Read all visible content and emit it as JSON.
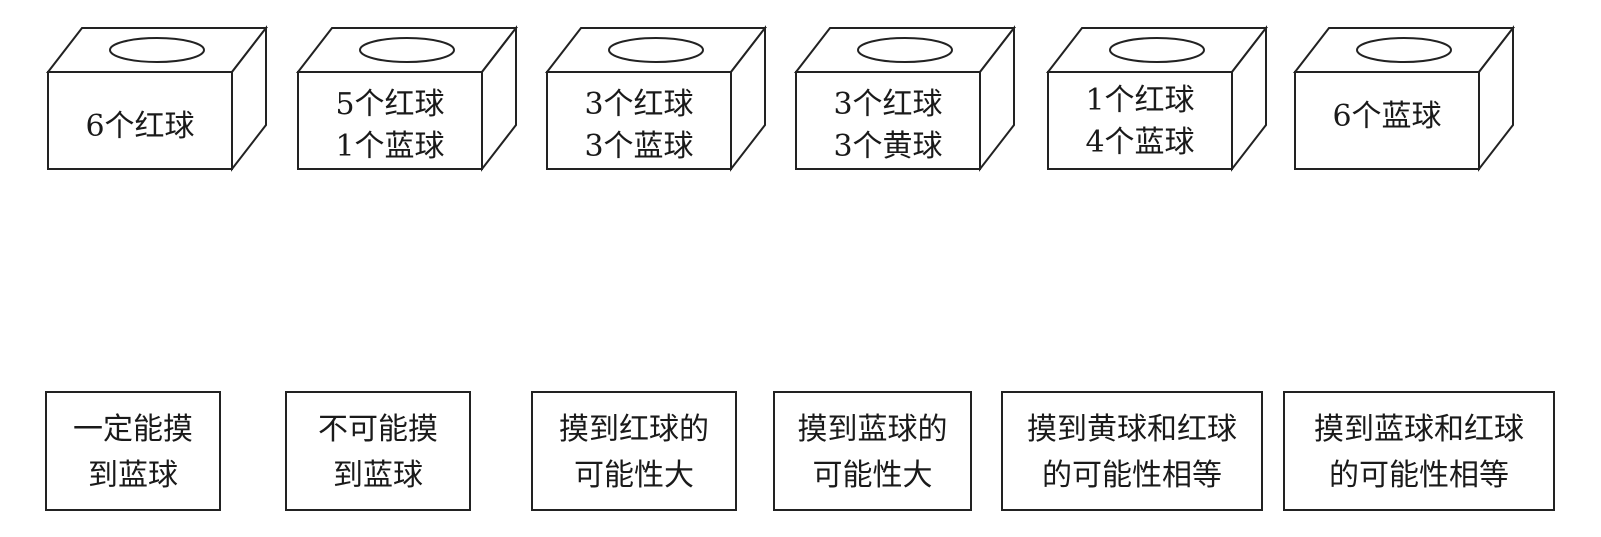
{
  "boxes": [
    {
      "lines": [
        "6个红球"
      ]
    },
    {
      "lines": [
        "5个红球",
        "1个蓝球"
      ]
    },
    {
      "lines": [
        "3个红球",
        "3个蓝球"
      ]
    },
    {
      "lines": [
        "3个红球",
        "3个黄球"
      ]
    },
    {
      "lines": [
        "1个红球",
        "4个蓝球"
      ]
    },
    {
      "lines": [
        "6个蓝球"
      ]
    }
  ],
  "cards": [
    {
      "lines": [
        "一定能摸",
        "到蓝球"
      ]
    },
    {
      "lines": [
        "不可能摸",
        "到蓝球"
      ]
    },
    {
      "lines": [
        "摸到红球的",
        "可能性大"
      ]
    },
    {
      "lines": [
        "摸到蓝球的",
        "可能性大"
      ]
    },
    {
      "lines": [
        "摸到黄球和红球",
        "的可能性相等"
      ]
    },
    {
      "lines": [
        "摸到蓝球和红球",
        "的可能性相等"
      ]
    }
  ]
}
